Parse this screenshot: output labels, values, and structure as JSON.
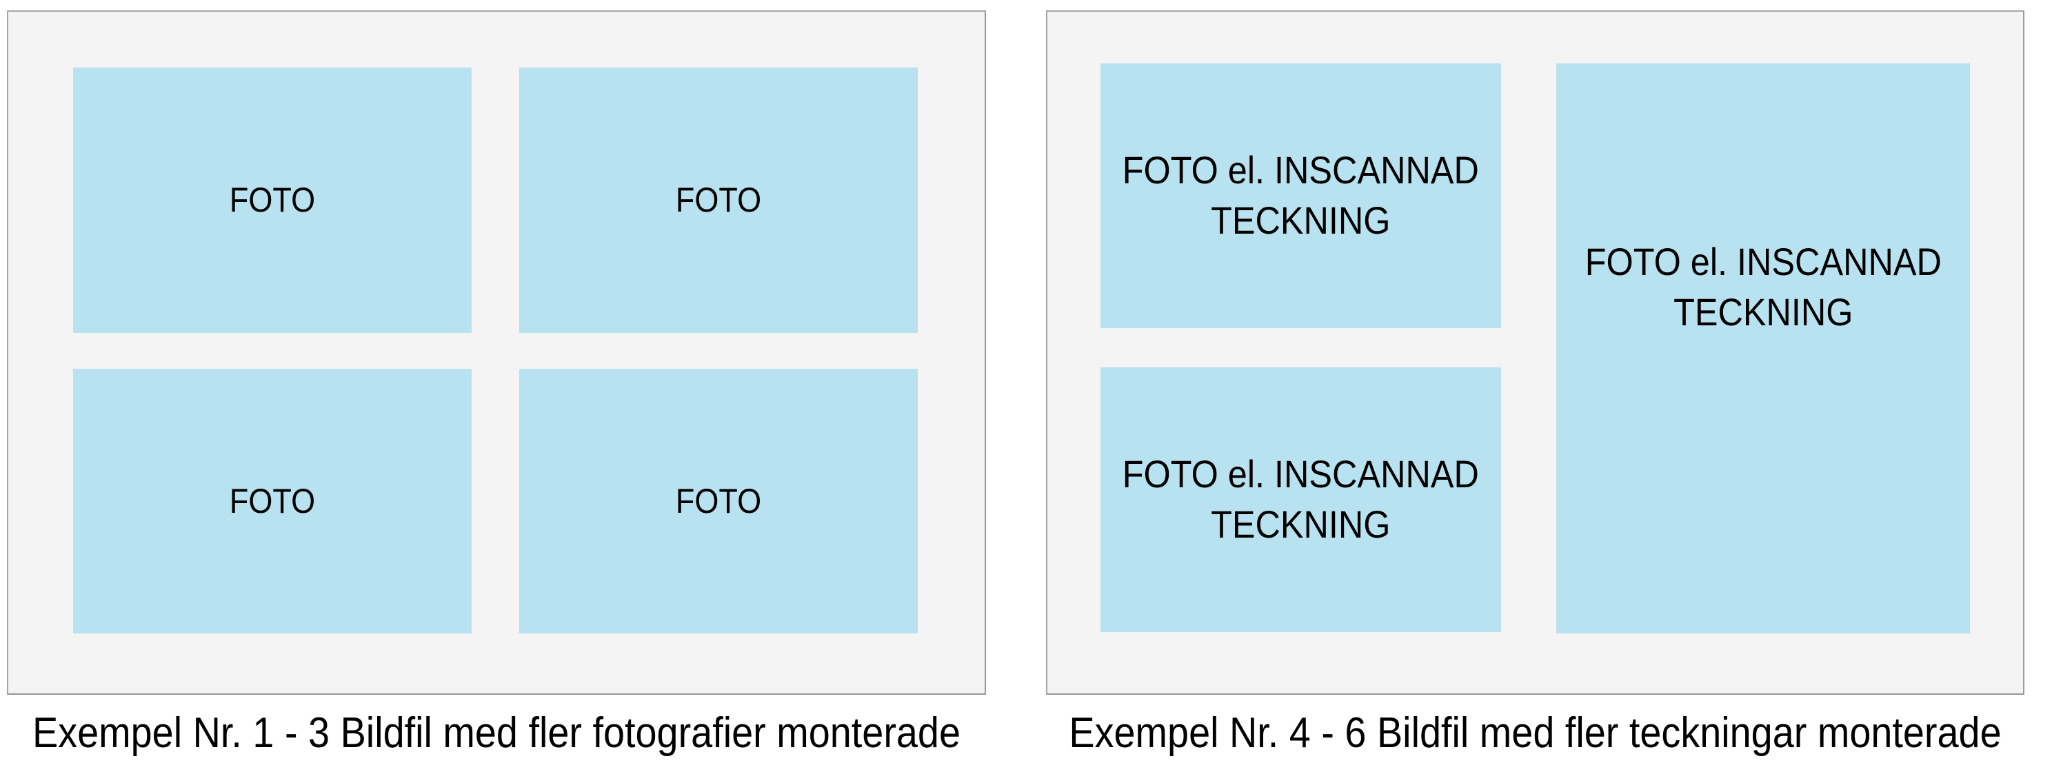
{
  "figure": {
    "panels": [
      {
        "caption": "Exempel Nr. 1 - 3 Bildfil med fler fotografier monterade",
        "boxes": [
          {
            "label": "FOTO"
          },
          {
            "label": "FOTO"
          },
          {
            "label": "FOTO"
          },
          {
            "label": "FOTO"
          }
        ]
      },
      {
        "caption": "Exempel Nr. 4 - 6 Bildfil med fler teckningar monterade",
        "boxes": [
          {
            "label": "FOTO el. INSCANNAD\nTECKNING"
          },
          {
            "label": "FOTO el. INSCANNAD\nTECKNING"
          },
          {
            "label": "FOTO el. INSCANNAD\nTECKNING"
          }
        ]
      }
    ]
  },
  "colors": {
    "page_bg": "#ffffff",
    "panel_bg": "#f4f4f4",
    "panel_border": "#a5a5a5",
    "box_fill": "#b8e2f0",
    "label_text": "#000000",
    "caption_text": "#000000"
  }
}
